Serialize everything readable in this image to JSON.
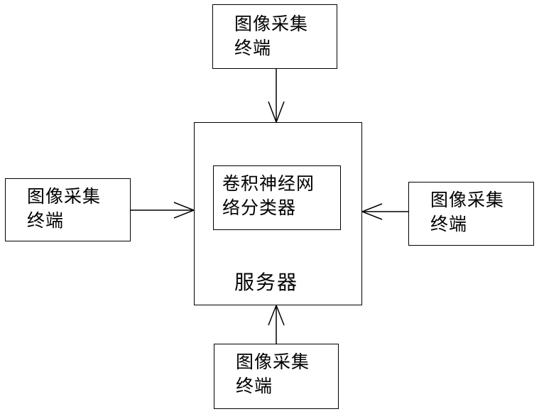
{
  "terminal_top": {
    "label": "图像采集\n终端"
  },
  "terminal_left": {
    "label": "图像采集\n终端"
  },
  "terminal_right": {
    "label": "图像采集\n终端"
  },
  "terminal_bottom": {
    "label": "图像采集\n终端"
  },
  "server": {
    "label": "服务器",
    "classifier_label": "卷积神经网\n络分类器"
  },
  "colors": {
    "line": "#000000",
    "background": "#ffffff"
  }
}
